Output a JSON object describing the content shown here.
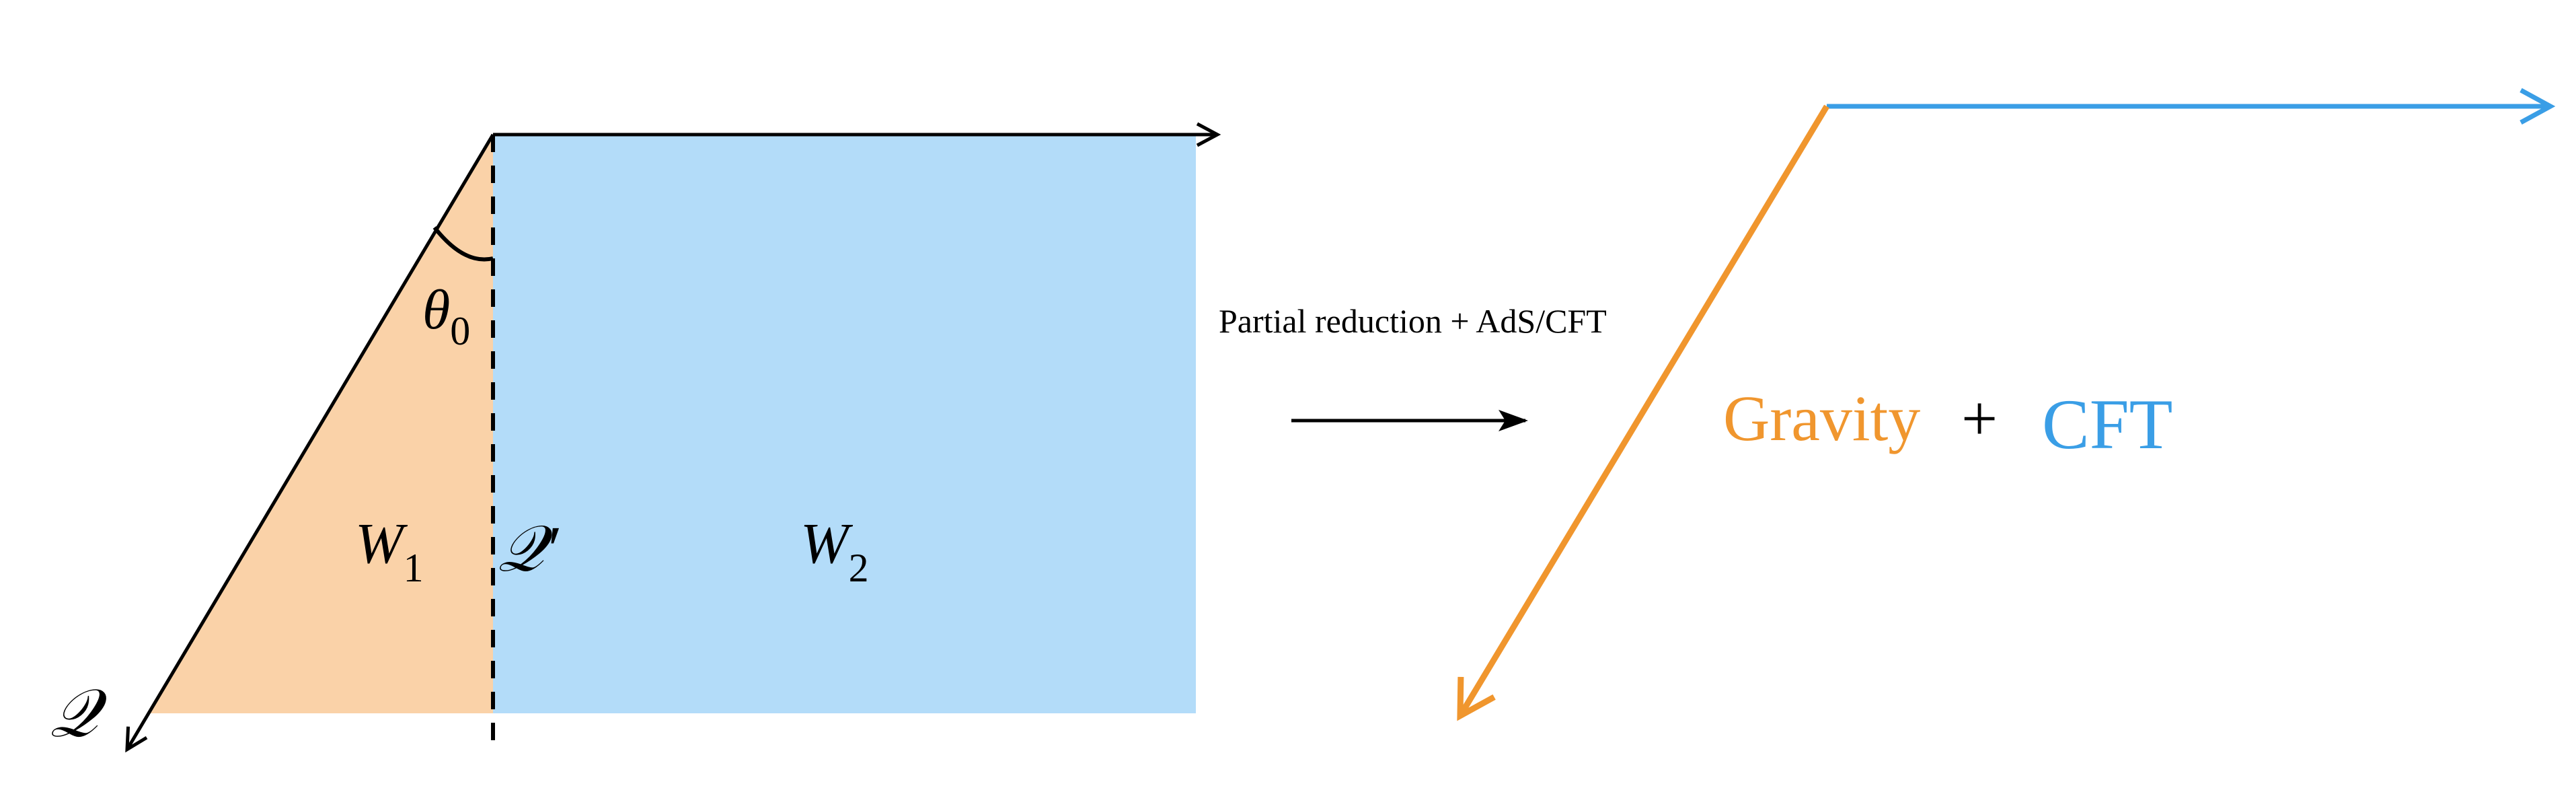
{
  "colors": {
    "region_w1_fill": "#fad2a8",
    "region_w2_fill": "#b3dcf9",
    "line_black": "#000000",
    "gravity_orange": "#f0962e",
    "cft_blue": "#3a9ee6"
  },
  "left_panel": {
    "angle_label": "θ",
    "angle_subscript": "0",
    "w1_label": "W",
    "w1_subscript": "1",
    "w2_label": "W",
    "w2_subscript": "2",
    "brane_label": "𝒬",
    "brane_prime_label": "𝒬′"
  },
  "middle": {
    "caption": "Partial reduction + AdS/CFT"
  },
  "right_panel": {
    "gravity_label": "Gravity",
    "plus_label": "+",
    "cft_label": "CFT"
  }
}
